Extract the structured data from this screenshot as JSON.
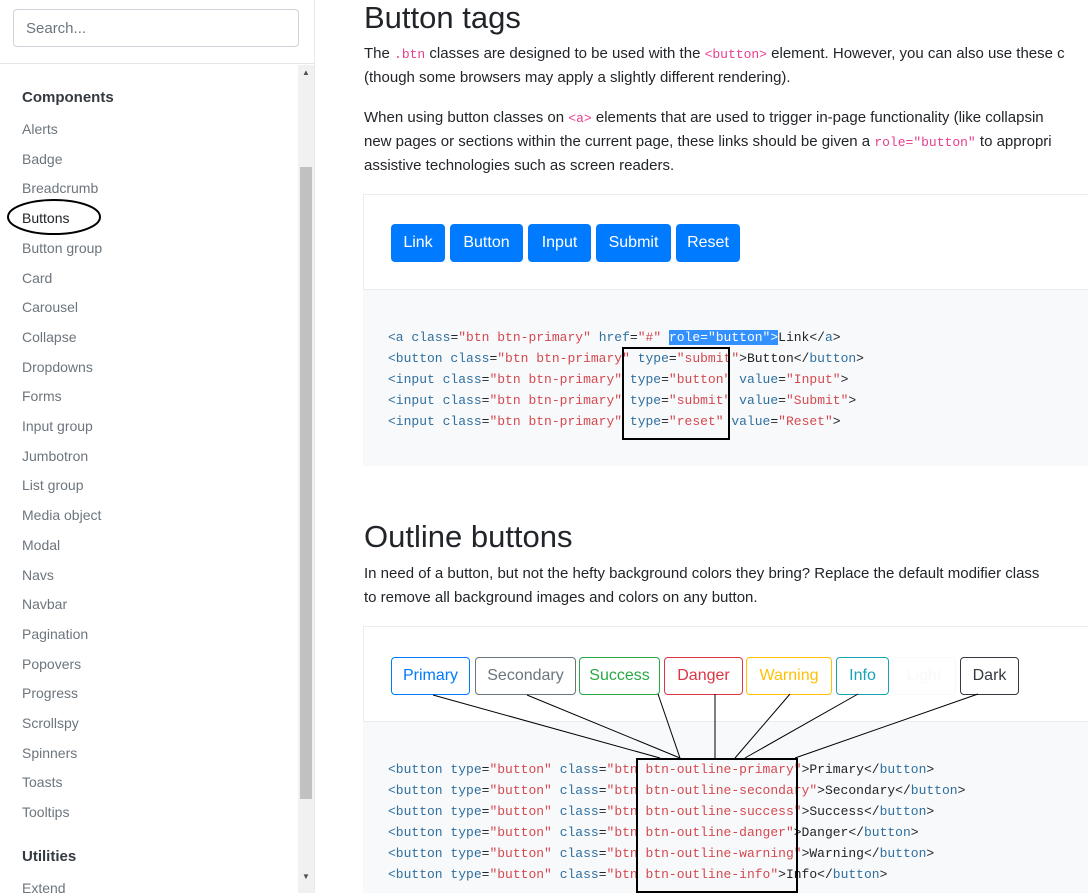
{
  "sidebar": {
    "search_placeholder": "Search...",
    "section_components": "Components",
    "items": [
      {
        "label": "Alerts"
      },
      {
        "label": "Badge"
      },
      {
        "label": "Breadcrumb"
      },
      {
        "label": "Buttons"
      },
      {
        "label": "Button group"
      },
      {
        "label": "Card"
      },
      {
        "label": "Carousel"
      },
      {
        "label": "Collapse"
      },
      {
        "label": "Dropdowns"
      },
      {
        "label": "Forms"
      },
      {
        "label": "Input group"
      },
      {
        "label": "Jumbotron"
      },
      {
        "label": "List group"
      },
      {
        "label": "Media object"
      },
      {
        "label": "Modal"
      },
      {
        "label": "Navs"
      },
      {
        "label": "Navbar"
      },
      {
        "label": "Pagination"
      },
      {
        "label": "Popovers"
      },
      {
        "label": "Progress"
      },
      {
        "label": "Scrollspy"
      },
      {
        "label": "Spinners"
      },
      {
        "label": "Toasts"
      },
      {
        "label": "Tooltips"
      }
    ],
    "active_item": "Buttons",
    "section_utilities": "Utilities",
    "partial_item": "Extend"
  },
  "button_tags": {
    "title": "Button tags",
    "p1_a": "The ",
    "p1_code1": ".btn",
    "p1_b": " classes are designed to be used with the ",
    "p1_code2": "<button>",
    "p1_c": " element. However, you can also use these c",
    "p1_line2": "(though some browsers may apply a slightly different rendering).",
    "p2_a": "When using button classes on ",
    "p2_code1": "<a>",
    "p2_b": " elements that are used to trigger in-page functionality (like collapsin",
    "p2_line2_a": "new pages or sections within the current page, these links should be given a ",
    "p2_code2": "role=\"button\"",
    "p2_line2_b": " to appropri",
    "p2_line3": "assistive technologies such as screen readers.",
    "buttons": [
      "Link",
      "Button",
      "Input",
      "Submit",
      "Reset"
    ]
  },
  "outline_buttons": {
    "title": "Outline buttons",
    "p1": "In need of a button, but not the hefty background colors they bring? Replace the default modifier class",
    "p1_line2": "to remove all background images and colors on any button.",
    "buttons": [
      {
        "label": "Primary",
        "color": "#007bff"
      },
      {
        "label": "Secondary",
        "color": "#6c757d"
      },
      {
        "label": "Success",
        "color": "#28a745"
      },
      {
        "label": "Danger",
        "color": "#dc3545"
      },
      {
        "label": "Warning",
        "color": "#ffc107"
      },
      {
        "label": "Info",
        "color": "#17a2b8"
      },
      {
        "label": "Light",
        "color": "#f8f9fa"
      },
      {
        "label": "Dark",
        "color": "#343a40"
      }
    ]
  },
  "code1": {
    "lines": [
      [
        "<",
        "a",
        " ",
        "class",
        "=",
        "\"btn btn-primary\"",
        " ",
        "href",
        "=",
        "\"#\"",
        " ",
        "role=\"button\">",
        "Link</",
        "a",
        ">"
      ],
      [
        "<",
        "button",
        " ",
        "class",
        "=",
        "\"btn btn-primary\"",
        " ",
        "type",
        "=",
        "\"submit\"",
        ">",
        "Button</",
        "button",
        ">"
      ],
      [
        "<",
        "input",
        " ",
        "class",
        "=",
        "\"btn btn-primary\"",
        " ",
        "type",
        "=",
        "\"button\"",
        " ",
        "value",
        "=",
        "\"Input\"",
        ">"
      ],
      [
        "<",
        "input",
        " ",
        "class",
        "=",
        "\"btn btn-primary\"",
        " ",
        "type",
        "=",
        "\"submit\"",
        " ",
        "value",
        "=",
        "\"Submit\"",
        ">"
      ],
      [
        "<",
        "input",
        " ",
        "class",
        "=",
        "\"btn btn-primary\"",
        " ",
        "type",
        "=",
        "\"reset\"",
        " ",
        "value",
        "=",
        "\"Reset\"",
        ">"
      ]
    ]
  },
  "code2": {
    "lines": [
      {
        "cls": "btn-outline-primary",
        "text": "Primary"
      },
      {
        "cls": "btn-outline-secondary",
        "text": "Secondary"
      },
      {
        "cls": "btn-outline-success",
        "text": "Success"
      },
      {
        "cls": "btn-outline-danger",
        "text": "Danger"
      },
      {
        "cls": "btn-outline-warning",
        "text": "Warning"
      },
      {
        "cls": "btn-outline-info",
        "text": "Info"
      }
    ]
  }
}
